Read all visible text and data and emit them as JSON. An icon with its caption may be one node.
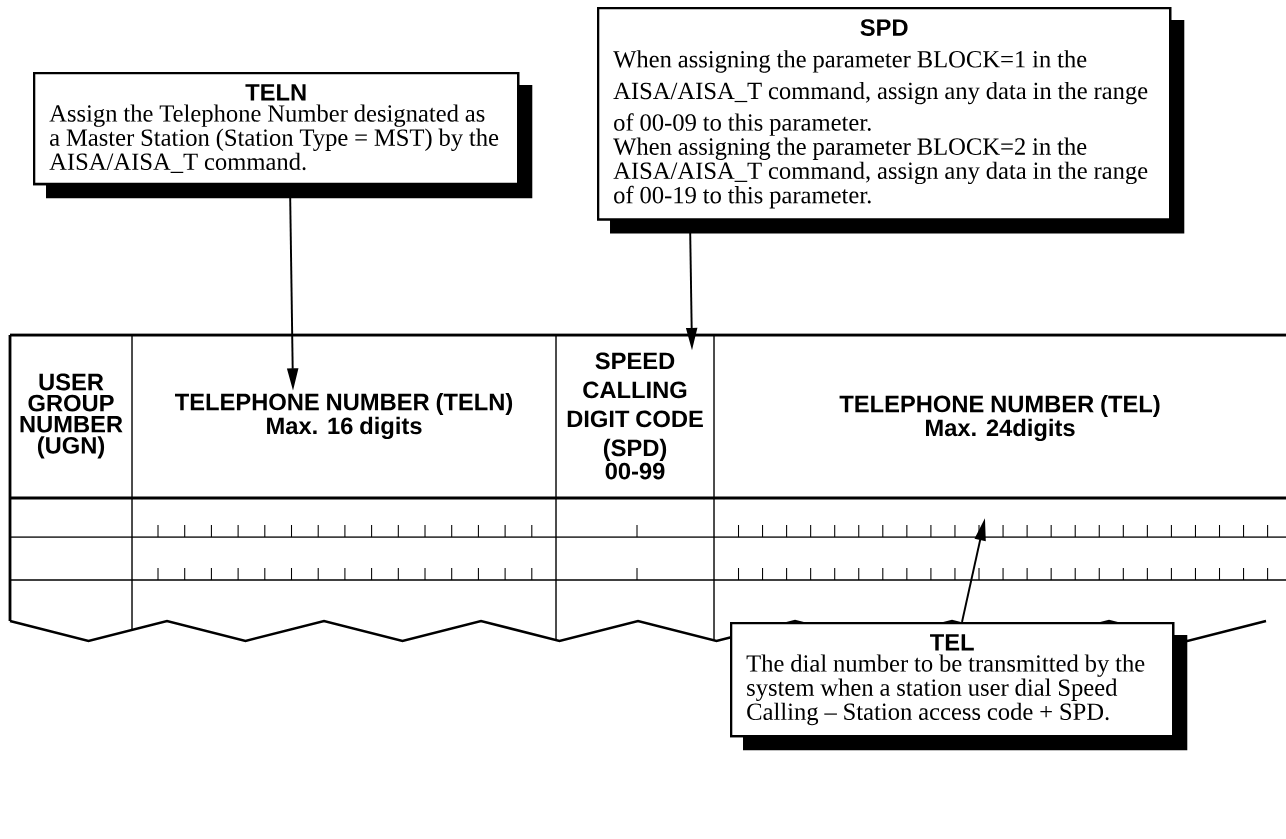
{
  "diagram": {
    "nodes": [
      {
        "text": [
          "TELN",
          "Assign the Telephone Number designated as a Master Station (Station Type = MST) by the AISA/AISA_T command."
        ]
      },
      {
        "text": [
          "SPD",
          "When assigning the parameter BLOCK=1 in the AISA/AISA_T command, assign any data in the range of 00-09 to this parameter.",
          "When assigning the parameter BLOCK=2 in the AISA/AISA_T command, assign any data in the range of 00-19 to this parameter."
        ]
      },
      {
        "text": [
          "USER GROUP NUMBER (UGN)"
        ]
      },
      {
        "text": [
          "TELEPHONE NUMBER (TELN)",
          "Max. 16 digits"
        ]
      },
      {
        "text": [
          "SPEED CALLING DIGIT CODE (SPD)",
          "00-99"
        ]
      },
      {
        "text": [
          "TELEPHONE NUMBER (TEL)",
          "Max. 24digits"
        ]
      },
      {
        "text": [
          "TEL",
          "The dial number to be transmitted by the system when a station user dial Speed Calling – Station access code + SPD."
        ]
      }
    ],
    "edges": [
      {
        "from": 0,
        "to": 3,
        "arrow": "to"
      },
      {
        "from": 1,
        "to": 4,
        "arrow": "to"
      },
      {
        "from": 6,
        "to": null,
        "arrow": "to"
      }
    ]
  }
}
